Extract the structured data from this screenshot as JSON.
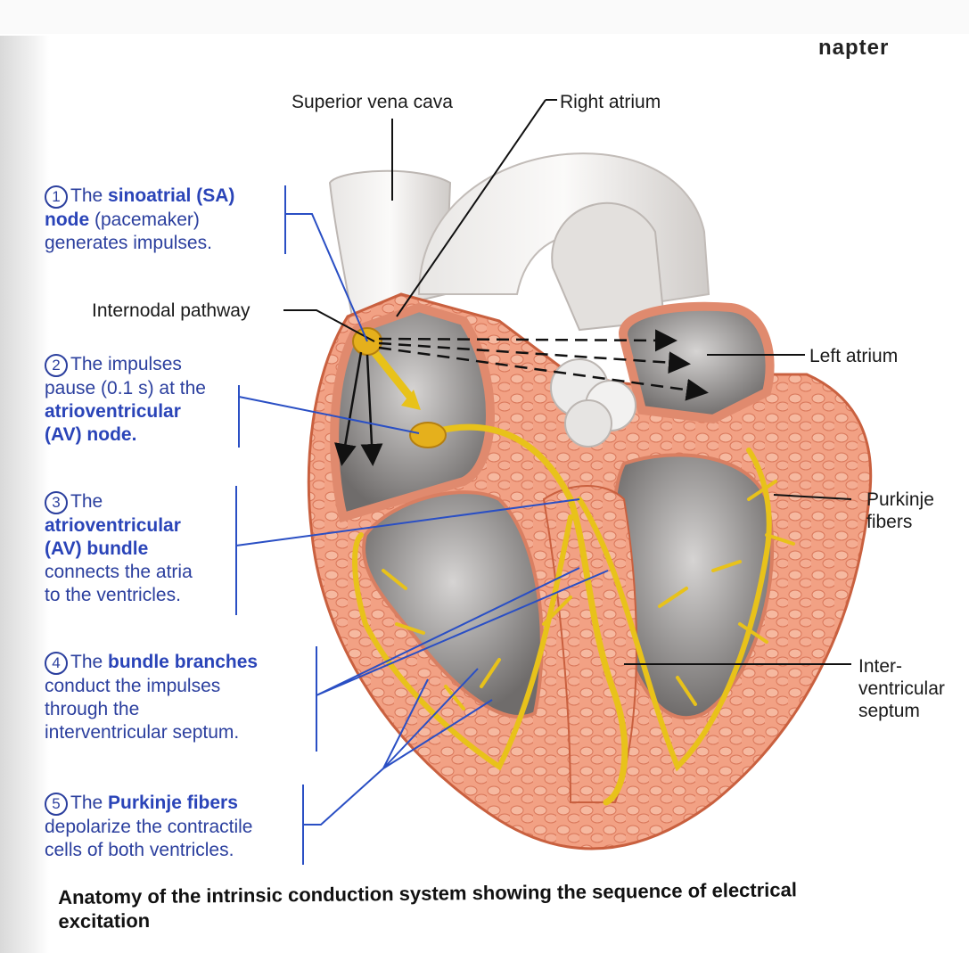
{
  "corner_header": "napter",
  "structure_labels": {
    "superior_vena_cava": "Superior vena cava",
    "right_atrium": "Right atrium",
    "internodal_pathway": "Internodal pathway",
    "left_atrium": "Left atrium",
    "purkinje_fibers": [
      "Purkinje",
      "fibers"
    ],
    "interventricular_septum": [
      "Inter-",
      "ventricular",
      "septum"
    ]
  },
  "steps": [
    {
      "number": "1",
      "lines": [
        {
          "pre": "The ",
          "bold": "sinoatrial (SA)",
          "post": ""
        },
        {
          "pre": "",
          "bold": "node",
          "post": " (pacemaker)"
        },
        {
          "pre": "generates impulses.",
          "bold": "",
          "post": ""
        }
      ]
    },
    {
      "number": "2",
      "lines": [
        {
          "pre": "The impulses",
          "bold": "",
          "post": ""
        },
        {
          "pre": "pause (0.1 s) at the",
          "bold": "",
          "post": ""
        },
        {
          "pre": "",
          "bold": "atrioventricular",
          "post": ""
        },
        {
          "pre": "",
          "bold": "(AV) node.",
          "post": ""
        }
      ]
    },
    {
      "number": "3",
      "lines": [
        {
          "pre": "The",
          "bold": "",
          "post": ""
        },
        {
          "pre": "",
          "bold": "atrioventricular",
          "post": ""
        },
        {
          "pre": "",
          "bold": "(AV) bundle",
          "post": ""
        },
        {
          "pre": "connects the atria",
          "bold": "",
          "post": ""
        },
        {
          "pre": "to the ventricles.",
          "bold": "",
          "post": ""
        }
      ]
    },
    {
      "number": "4",
      "lines": [
        {
          "pre": "The ",
          "bold": "bundle branches",
          "post": ""
        },
        {
          "pre": "conduct the impulses",
          "bold": "",
          "post": ""
        },
        {
          "pre": "through the",
          "bold": "",
          "post": ""
        },
        {
          "pre": "interventricular septum.",
          "bold": "",
          "post": ""
        }
      ]
    },
    {
      "number": "5",
      "lines": [
        {
          "pre": "The ",
          "bold": "Purkinje fibers",
          "post": ""
        },
        {
          "pre": "depolarize the contractile",
          "bold": "",
          "post": ""
        },
        {
          "pre": "cells of both ventricles.",
          "bold": "",
          "post": ""
        }
      ]
    }
  ],
  "caption": "Anatomy of the intrinsic conduction system showing the sequence of electrical excitation",
  "colors": {
    "step_text": "#2b3f9e",
    "leader_line_blue": "#2a4fc4",
    "conduction_yellow": "#e8c21a",
    "myocardium": "#f0a88a",
    "chamber_gray": "#8d8a89"
  }
}
